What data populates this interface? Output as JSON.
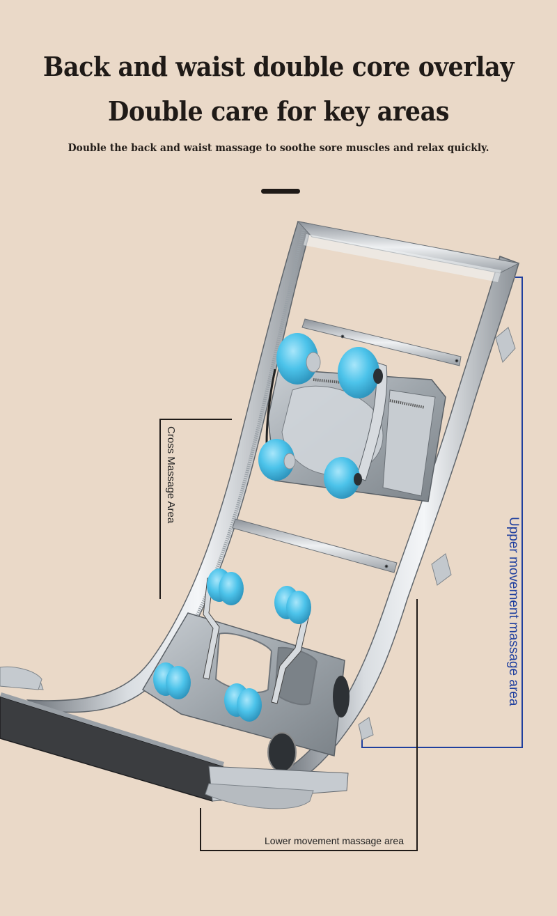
{
  "header": {
    "title_line1": "Back and waist double core overlay",
    "title_line2": "Double care for key areas",
    "subtitle": "Double the back and waist massage to soothe sore muscles and relax quickly."
  },
  "diagram": {
    "subject": "Massage chair frame with dual massage movements",
    "callouts": {
      "cross": "Cross Massage Area",
      "upper": "Upper movement massage area",
      "lower": "Lower movement massage area"
    },
    "colors": {
      "background": "#ead9c8",
      "text": "#1f1a17",
      "upper_callout": "#1f3f9e",
      "roller": "#4cc3ea",
      "metal": "#b9bec4"
    }
  }
}
